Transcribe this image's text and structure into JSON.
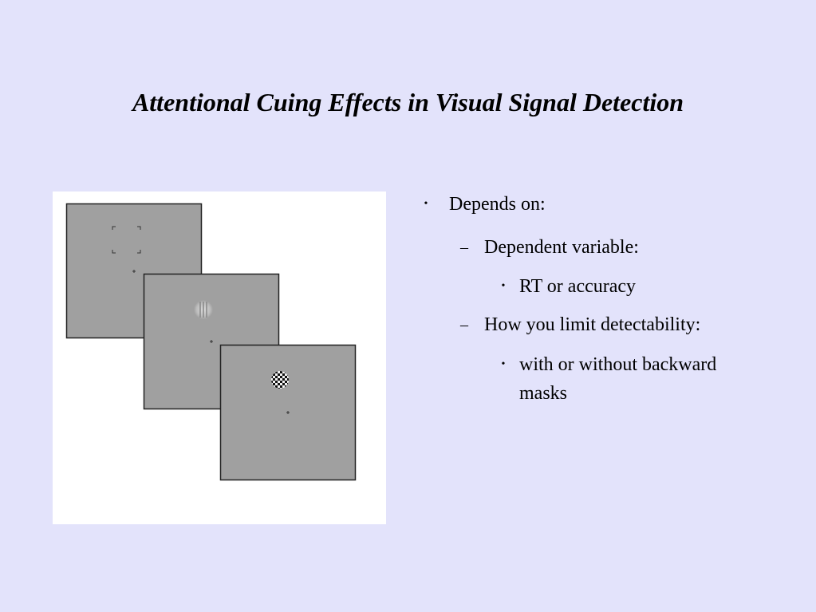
{
  "slide": {
    "title": "Attentional Cuing Effects in Visual Signal Detection",
    "background_color": "#e3e3fb"
  },
  "figure": {
    "description_icon": "stimulus-sequence-figure",
    "panels": [
      {
        "name": "cue-display",
        "content": "corner-brackets-and-fixation"
      },
      {
        "name": "target-display",
        "content": "grating-and-fixation"
      },
      {
        "name": "mask-display",
        "content": "checkerboard-mask-and-fixation"
      }
    ]
  },
  "bullets": {
    "level1_marker": "•",
    "level2_marker": "–",
    "level3_marker": "•",
    "item1": "Depends on:",
    "item1_1": "Dependent variable:",
    "item1_1_1": "RT or accuracy",
    "item1_2": "How you limit detectability:",
    "item1_2_1": "with or without backward masks"
  }
}
